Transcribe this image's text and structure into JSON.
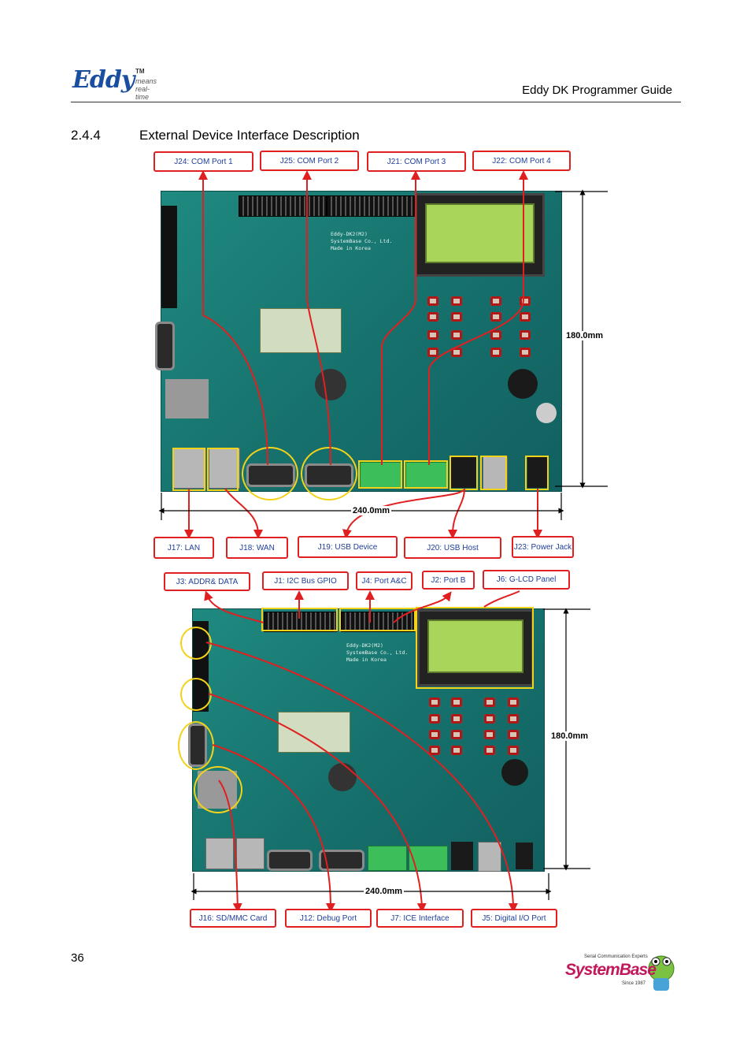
{
  "header": {
    "logo_word": "Eddy",
    "logo_tm": "TM",
    "logo_tag_1": "means",
    "logo_tag_2": "real-time",
    "doc_title": "Eddy DK Programmer Guide"
  },
  "section": {
    "number": "2.4.4",
    "title": "External Device Interface Description"
  },
  "figure1": {
    "top_labels": [
      "J24: COM Port 1",
      "J25: COM Port 2",
      "J21: COM Port 3",
      "J22: COM Port 4"
    ],
    "bottom_labels": [
      "J17: LAN",
      "J18: WAN",
      "J19: USB Device",
      "J20: USB Host",
      "J23: Power Jack"
    ],
    "height_dim": "180.0mm",
    "width_dim": "240.0mm",
    "board_text": "Eddy-DK2(M2)\nSystemBase Co., Ltd.\nMade in Korea"
  },
  "figure2": {
    "top_labels": [
      "J3: ADDR& DATA",
      "J1: I2C Bus GPIO",
      "J4: Port A&C",
      "J2: Port B",
      "J6: G-LCD Panel"
    ],
    "bottom_labels": [
      "J16: SD/MMC Card",
      "J12: Debug Port",
      "J7: ICE Interface",
      "J5: Digital I/O Port"
    ],
    "height_dim": "180.0mm",
    "width_dim": "240.0mm",
    "board_text": "Eddy-DK2(M2)\nSystemBase Co., Ltd.\nMade in Korea"
  },
  "footer": {
    "page_number": "36",
    "brand_tagline": "Serial Communication Experts",
    "brand_name": "SystemBase",
    "brand_since": "Since 1987"
  },
  "colors": {
    "label_border": "#e02020",
    "label_text": "#1f3f9a",
    "highlight": "#f3d21a",
    "pcb": "#1a7b76",
    "arrow": "#e02020"
  }
}
